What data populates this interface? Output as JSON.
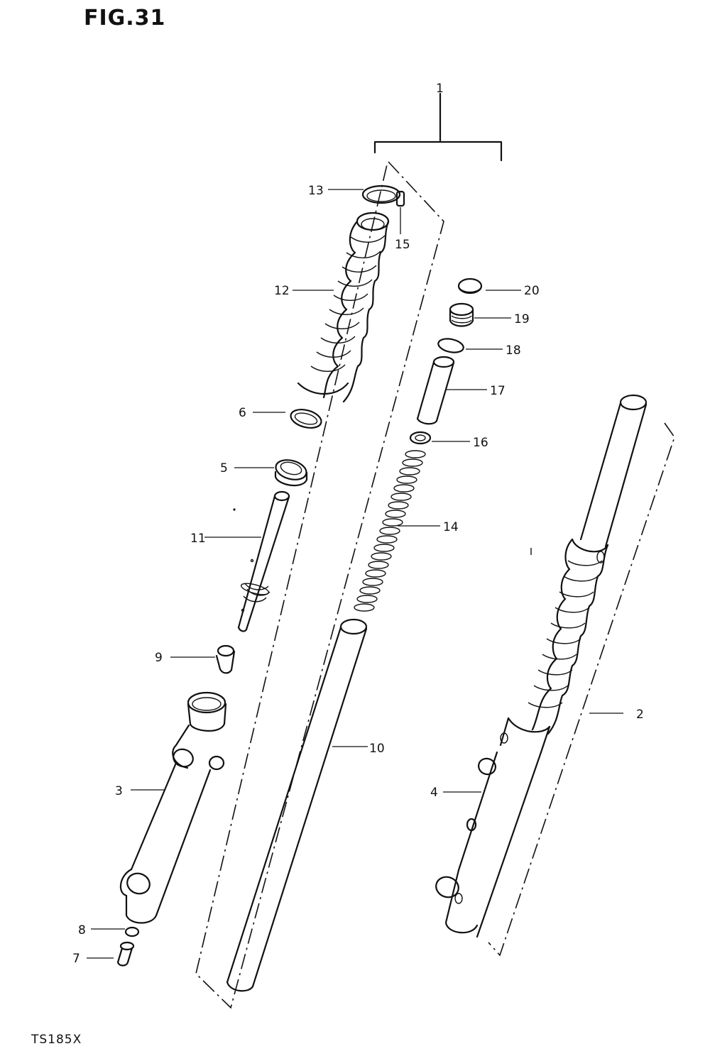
{
  "figure": {
    "title": "FIG.31",
    "model": "TS185X"
  },
  "callouts": {
    "c1": "1",
    "c2": "2",
    "c3": "3",
    "c4": "4",
    "c5": "5",
    "c6": "6",
    "c7": "7",
    "c8": "8",
    "c9": "9",
    "c10": "10",
    "c11": "11",
    "c12": "12",
    "c13": "13",
    "c14": "14",
    "c15": "15",
    "c16": "16",
    "c17": "17",
    "c18": "18",
    "c19": "19",
    "c20": "20"
  }
}
